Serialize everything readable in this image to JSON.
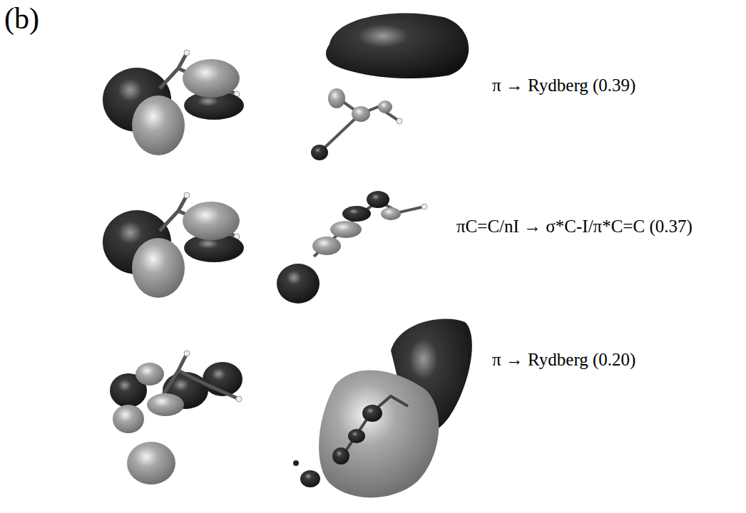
{
  "diagram": {
    "title": "(b)",
    "labels": [
      "π → Rydberg (0.39)",
      "πC=C/nI → σ*C-I/π*C=C (0.37)",
      "π → Rydberg (0.20)"
    ]
  }
}
